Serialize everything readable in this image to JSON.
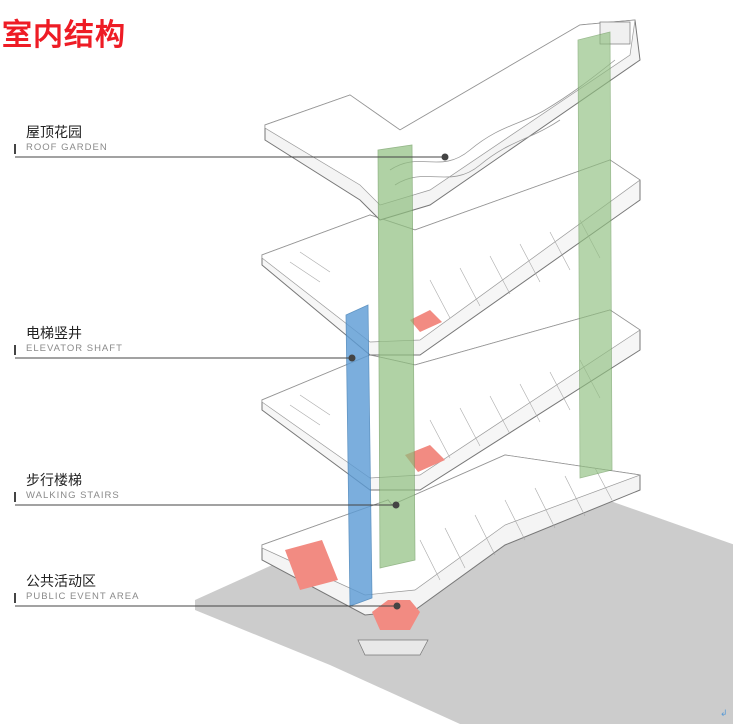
{
  "title": "室内结构",
  "labels": [
    {
      "zh": "屋顶花园",
      "en": "ROOF GARDEN"
    },
    {
      "zh": "电梯竖井",
      "en": "ELEVATOR SHAFT"
    },
    {
      "zh": "步行楼梯",
      "en": "WALKING STAIRS"
    },
    {
      "zh": "公共活动区",
      "en": "PUBLIC EVENT AREA"
    }
  ],
  "colors": {
    "title": "#ee1c25",
    "stair_core": "#8fbf7f",
    "elevator_shaft": "#5b9bd5",
    "public_area": "#f28b82",
    "ground": "#cccccc"
  }
}
